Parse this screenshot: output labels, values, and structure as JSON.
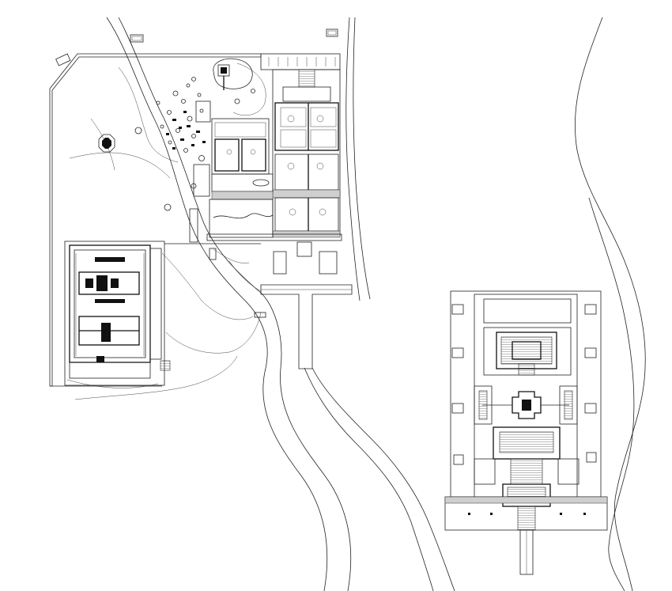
{
  "drawing": {
    "kind": "architectural site plan",
    "line_color": "#222222",
    "background": "#ffffff"
  },
  "groups": [
    {
      "id": "palace-complex",
      "label": ""
    },
    {
      "id": "west-courtyard",
      "label": ""
    },
    {
      "id": "temple-complex",
      "label": ""
    },
    {
      "id": "river-banks",
      "label": ""
    }
  ]
}
